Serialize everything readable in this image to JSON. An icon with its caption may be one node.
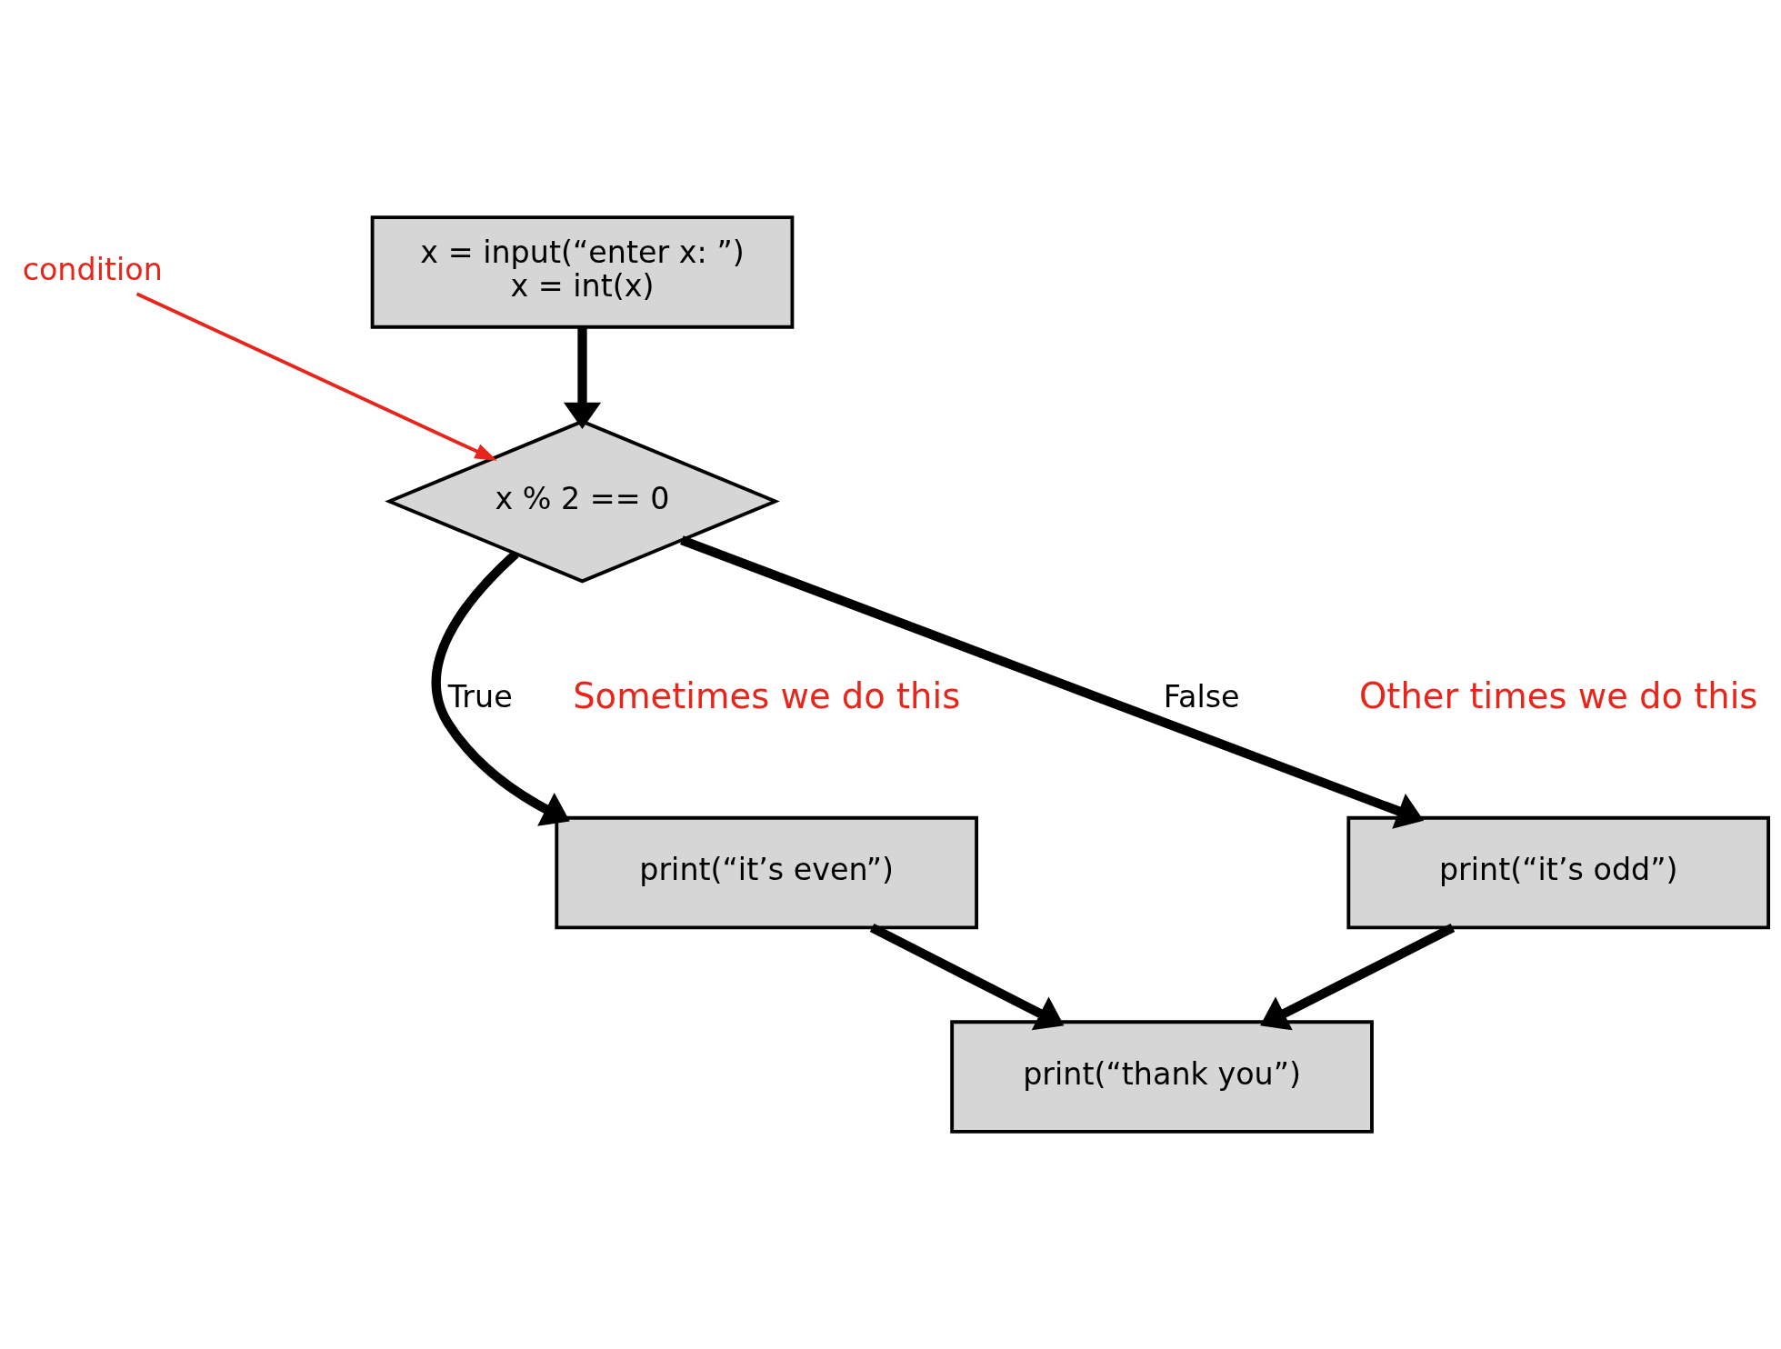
{
  "diagram": {
    "nodes": [
      {
        "text": [
          "x = input(“enter x: ”)",
          "x = int(x)"
        ]
      },
      {
        "text": [
          "x % 2 == 0"
        ]
      },
      {
        "text": [
          "print(“it’s even”)"
        ],
        "beside": [
          "Sometimes we do this"
        ]
      },
      {
        "text": [
          "print(“it’s odd”)"
        ],
        "beside": [
          "Other times we do this"
        ]
      },
      {
        "text": [
          "print(“thank you”)"
        ]
      },
      {
        "text": [
          "condition"
        ]
      }
    ],
    "edges": [
      {
        "from": 0,
        "to": 1,
        "arrow": "to"
      },
      {
        "from": 1,
        "to": 2,
        "arrow": "to",
        "label": "True"
      },
      {
        "from": 1,
        "to": 3,
        "arrow": "to",
        "label": "False"
      },
      {
        "from": 2,
        "to": 4,
        "arrow": "to"
      },
      {
        "from": 3,
        "to": 4,
        "arrow": "to"
      },
      {
        "from": 5,
        "to": 1,
        "arrow": "to",
        "color": "#e8251a"
      }
    ]
  }
}
